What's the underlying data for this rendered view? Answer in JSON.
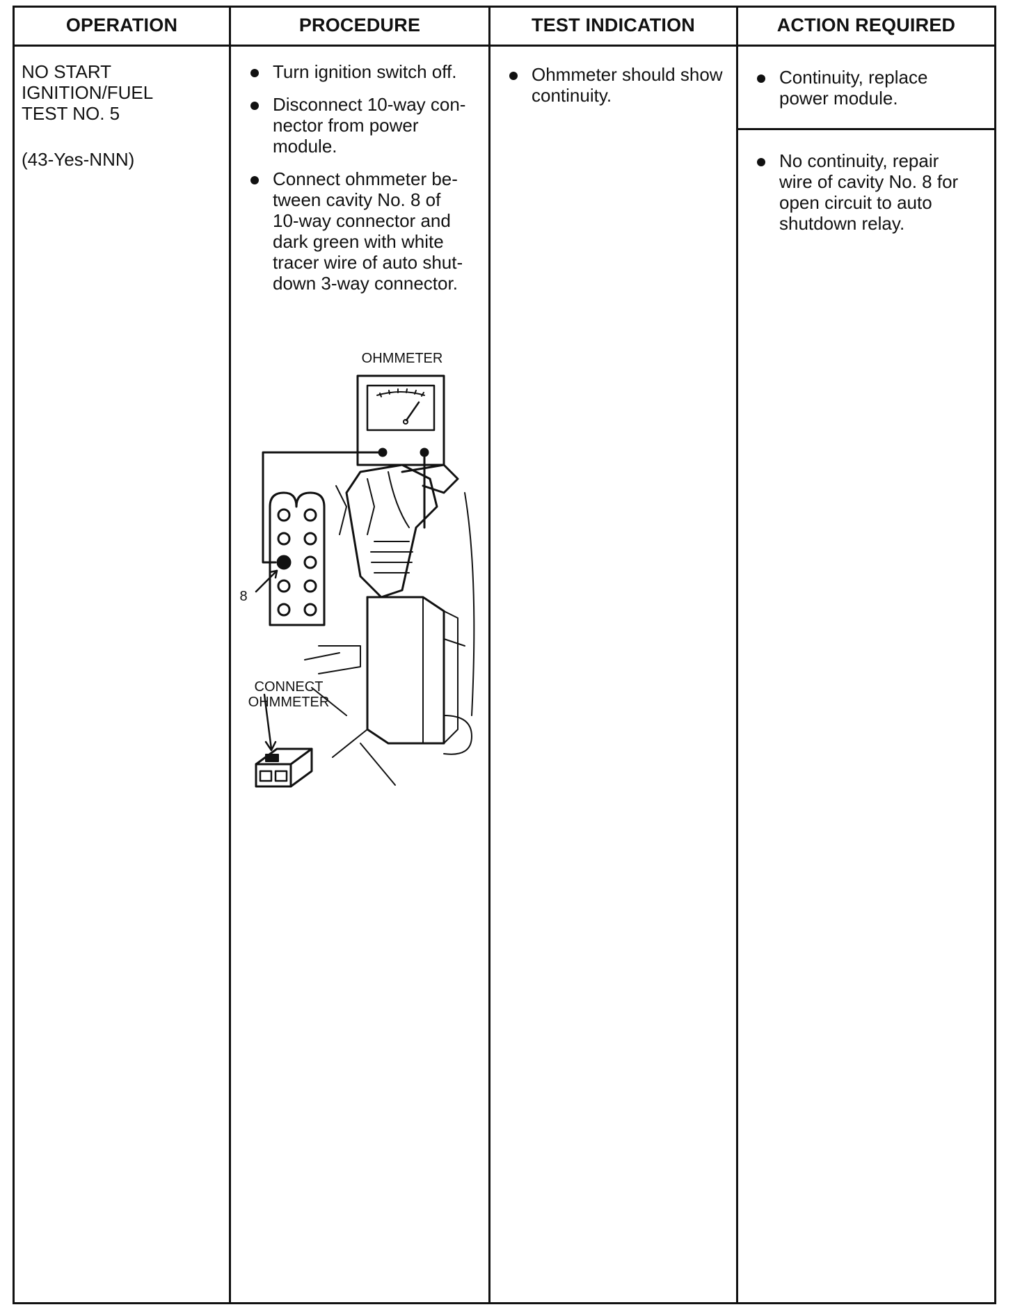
{
  "table": {
    "headers": {
      "operation": "OPERATION",
      "procedure": "PROCEDURE",
      "test_indication": "TEST INDICATION",
      "action_required": "ACTION REQUIRED"
    },
    "operation": {
      "line1": "NO START",
      "line2": "IGNITION/FUEL",
      "line3": "TEST NO. 5",
      "code": "(43-Yes-NNN)"
    },
    "procedure": {
      "steps": [
        "Turn ignition switch off.",
        "Disconnect 10-way con-\nnector from power\nmodule.",
        "Connect ohmmeter be-\ntween cavity No. 8 of\n10-way connector and\ndark green with white\ntracer wire of auto shut-\ndown 3-way connector."
      ],
      "figure": {
        "ohmmeter_label": "OHMMETER",
        "cavity_label": "8",
        "connect_label": "CONNECT\nOHMMETER"
      }
    },
    "test_indication": {
      "items": [
        "Ohmmeter should show\ncontinuity."
      ]
    },
    "action_required": {
      "items": [
        "Continuity, replace\npower module.",
        "No continuity, repair\nwire of cavity No. 8 for\nopen circuit to auto\nshutdown relay."
      ]
    }
  }
}
